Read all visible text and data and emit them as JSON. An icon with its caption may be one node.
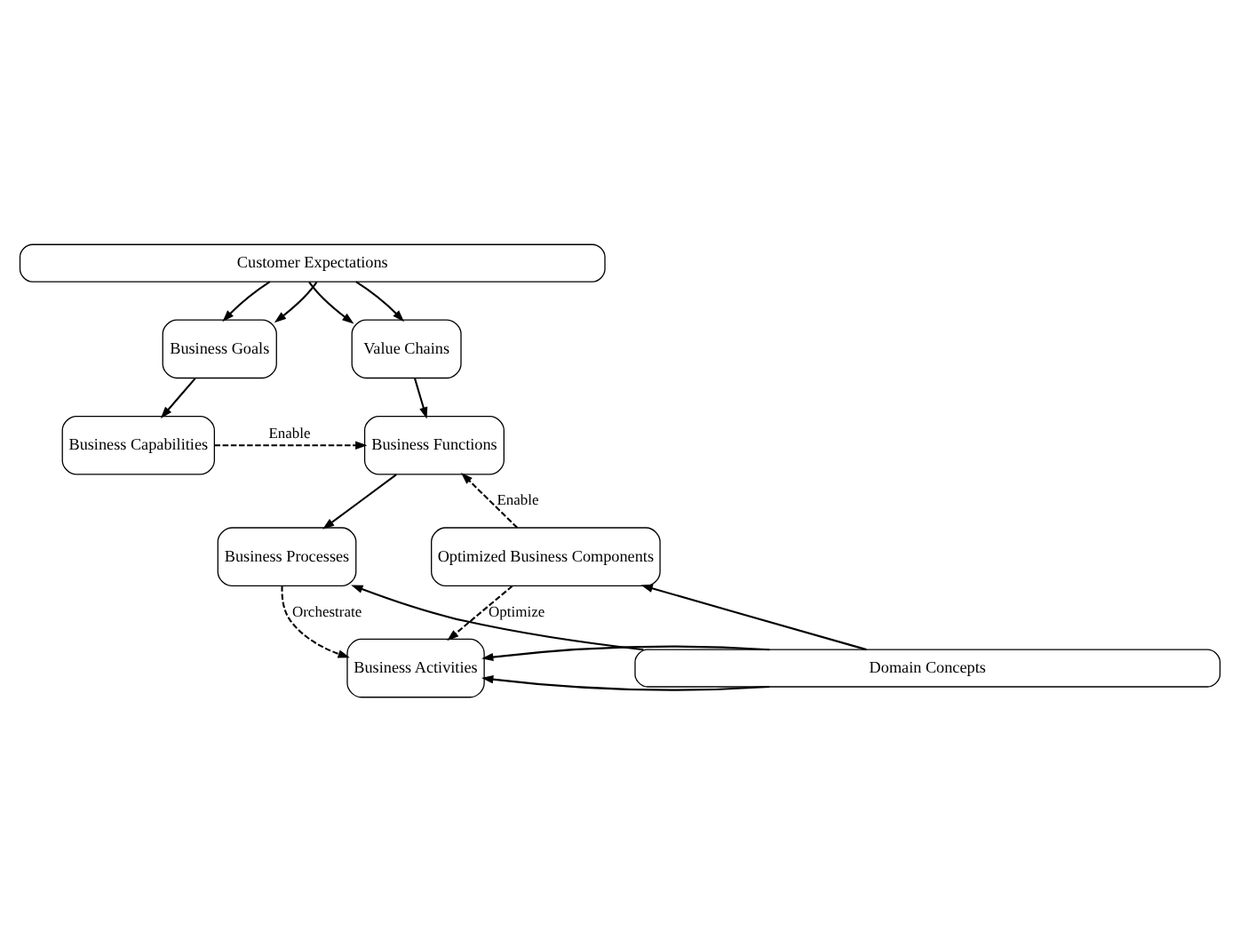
{
  "diagram": {
    "nodes": [
      {
        "text": [
          "Customer Expectations"
        ]
      },
      {
        "text": [
          "Business Goals"
        ]
      },
      {
        "text": [
          "Value Chains"
        ]
      },
      {
        "text": [
          "Business Capabilities"
        ]
      },
      {
        "text": [
          "Business Functions"
        ]
      },
      {
        "text": [
          "Optimized Business Components"
        ]
      },
      {
        "text": [
          "Business Processes"
        ]
      },
      {
        "text": [
          "Business Activities"
        ]
      },
      {
        "text": [
          "Domain Concepts"
        ]
      }
    ],
    "edges": [
      {
        "from": 0,
        "to": 1,
        "arrow": "to"
      },
      {
        "from": 0,
        "to": 1,
        "arrow": "to"
      },
      {
        "from": 0,
        "to": 2,
        "arrow": "to"
      },
      {
        "from": 0,
        "to": 2,
        "arrow": "to"
      },
      {
        "from": 1,
        "to": 3,
        "arrow": "to"
      },
      {
        "from": 2,
        "to": 4,
        "arrow": "to"
      },
      {
        "from": 3,
        "to": 4,
        "arrow": "to",
        "label": "Enable",
        "style": "dashed"
      },
      {
        "from": 5,
        "to": 4,
        "arrow": "to",
        "label": "Enable",
        "style": "dashed"
      },
      {
        "from": 4,
        "to": 6,
        "arrow": "to"
      },
      {
        "from": 5,
        "to": 7,
        "arrow": "to",
        "label": "Optimize",
        "style": "dashed"
      },
      {
        "from": 6,
        "to": 7,
        "arrow": "to",
        "label": "Orchestrate",
        "style": "dashed"
      },
      {
        "from": 8,
        "to": 5,
        "arrow": "to"
      },
      {
        "from": 8,
        "to": 7,
        "arrow": "to"
      },
      {
        "from": 8,
        "to": 7,
        "arrow": "to"
      },
      {
        "from": 8,
        "to": 6,
        "arrow": "to"
      }
    ]
  }
}
